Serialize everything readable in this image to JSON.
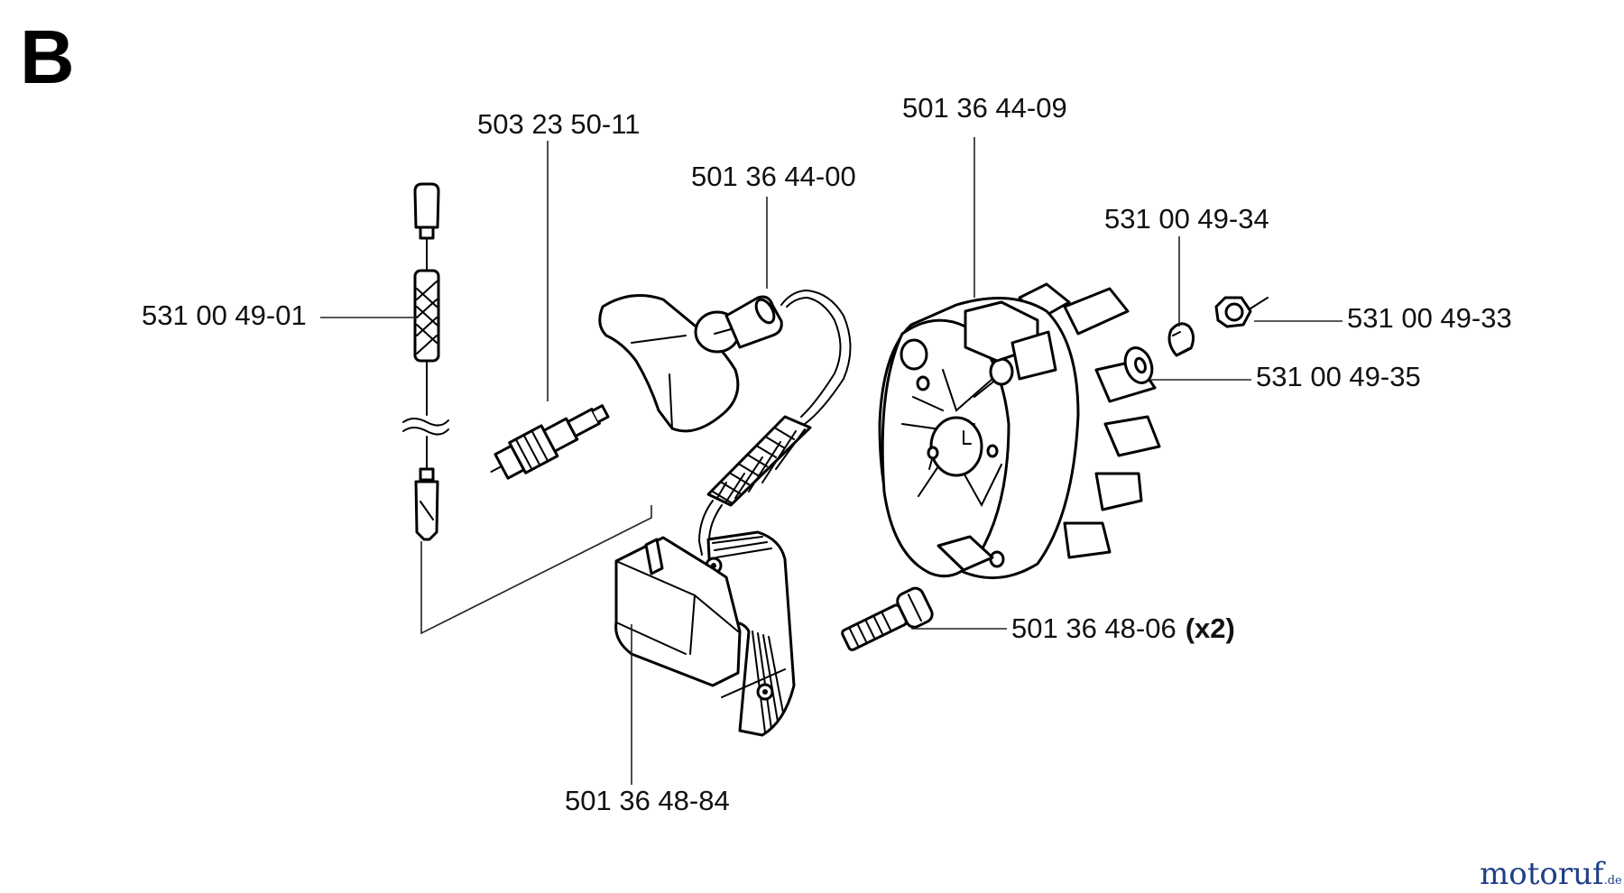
{
  "section_letter": "B",
  "parts": [
    {
      "key": "lead_wire",
      "number": "531 00 49-01",
      "qty": ""
    },
    {
      "key": "spark_plug",
      "number": "503 23 50-11",
      "qty": ""
    },
    {
      "key": "plug_cap",
      "number": "501 36 44-00",
      "qty": ""
    },
    {
      "key": "flywheel",
      "number": "501 36 44-09",
      "qty": ""
    },
    {
      "key": "spring_washer",
      "number": "531 00 49-34",
      "qty": ""
    },
    {
      "key": "nut",
      "number": "531 00 49-33",
      "qty": ""
    },
    {
      "key": "washer",
      "number": "531 00 49-35",
      "qty": ""
    },
    {
      "key": "screw",
      "number": "501 36 48-06",
      "qty": "(x2)"
    },
    {
      "key": "ignition_module",
      "number": "501 36 48-84",
      "qty": ""
    }
  ],
  "watermark": {
    "main": "motoruf",
    "suffix": ".de"
  }
}
